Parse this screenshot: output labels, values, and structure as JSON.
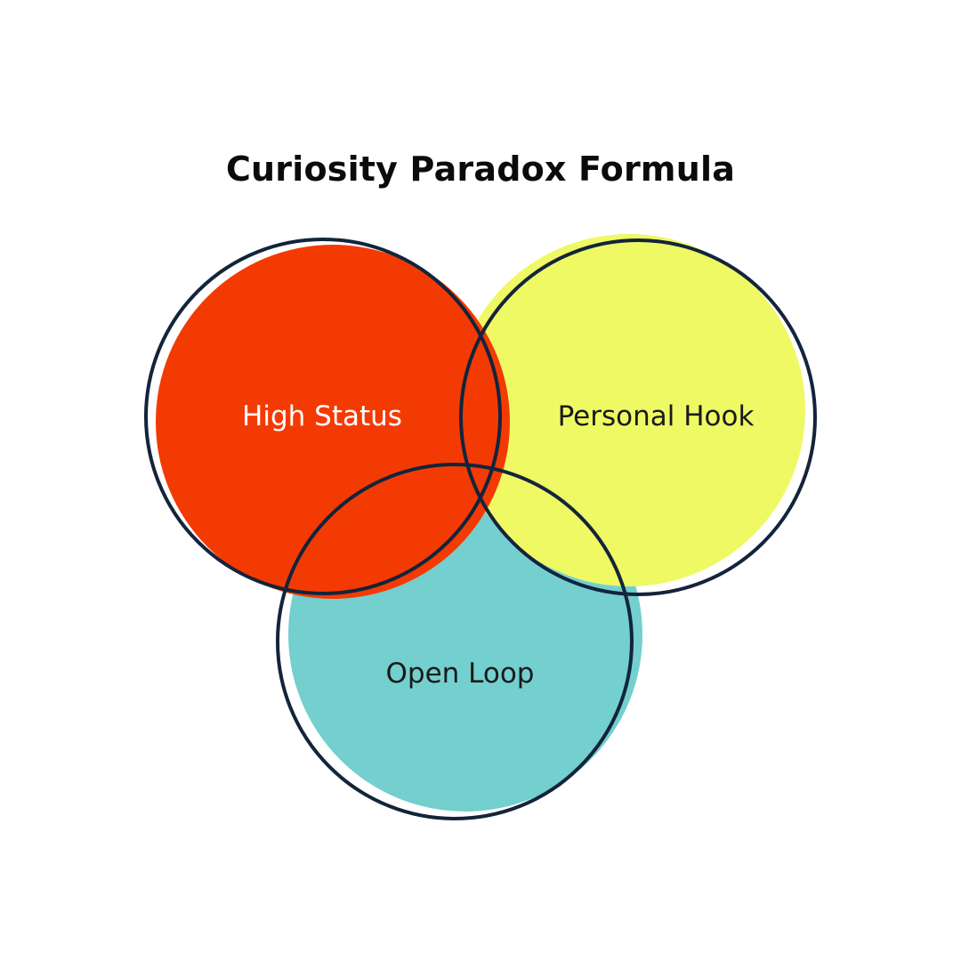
{
  "title": "Curiosity Paradox Formula",
  "circles": [
    {
      "label": "High Status",
      "fill": "#f43a03",
      "outline": "#13243b",
      "label_color": "#ffffff"
    },
    {
      "label": "Personal Hook",
      "fill": "#eff964",
      "outline": "#13243b",
      "label_color": "#1a1a1a"
    },
    {
      "label": "Open Loop",
      "fill": "#74cfcf",
      "outline": "#13243b",
      "label_color": "#1a1a1a"
    }
  ]
}
